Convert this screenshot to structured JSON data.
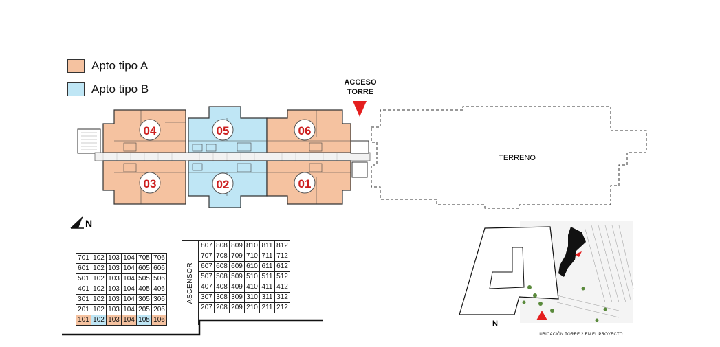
{
  "legend": {
    "type_a": {
      "label": "Apto tipo A",
      "color": "#f5c2a0"
    },
    "type_b": {
      "label": "Apto tipo B",
      "color": "#bfe6f5"
    }
  },
  "access": {
    "line1": "ACCESO",
    "line2": "TORRE"
  },
  "terrain_label": "TERRENO",
  "units": [
    {
      "id": "04",
      "type": "A"
    },
    {
      "id": "05",
      "type": "B"
    },
    {
      "id": "06",
      "type": "A"
    },
    {
      "id": "03",
      "type": "A"
    },
    {
      "id": "02",
      "type": "B"
    },
    {
      "id": "01",
      "type": "A"
    }
  ],
  "north_label": "N",
  "site_north_label": "N",
  "site_caption": "UBICACIÓN TORRE 2 EN EL PROYECTO",
  "elevator_label": "ASCENSOR",
  "left_grid": [
    [
      "701",
      "102",
      "103",
      "104",
      "705",
      "706"
    ],
    [
      "601",
      "102",
      "103",
      "104",
      "605",
      "606"
    ],
    [
      "501",
      "102",
      "103",
      "104",
      "505",
      "506"
    ],
    [
      "401",
      "102",
      "103",
      "104",
      "405",
      "406"
    ],
    [
      "301",
      "102",
      "103",
      "104",
      "305",
      "306"
    ],
    [
      "201",
      "102",
      "103",
      "104",
      "205",
      "206"
    ],
    [
      "101",
      "102",
      "103",
      "104",
      "105",
      "106"
    ]
  ],
  "left_grid_row1_types": [
    "A",
    "B",
    "A",
    "A",
    "B",
    "A"
  ],
  "right_grid": [
    [
      "807",
      "808",
      "809",
      "810",
      "811",
      "812"
    ],
    [
      "707",
      "708",
      "709",
      "710",
      "711",
      "712"
    ],
    [
      "607",
      "608",
      "609",
      "610",
      "611",
      "612"
    ],
    [
      "507",
      "508",
      "509",
      "510",
      "511",
      "512"
    ],
    [
      "407",
      "408",
      "409",
      "410",
      "411",
      "412"
    ],
    [
      "307",
      "308",
      "309",
      "310",
      "311",
      "312"
    ],
    [
      "207",
      "208",
      "209",
      "210",
      "211",
      "212"
    ]
  ],
  "colors": {
    "number": "#cc1f1f",
    "access_arrow": "#e41e1e",
    "tower": "#111111"
  }
}
